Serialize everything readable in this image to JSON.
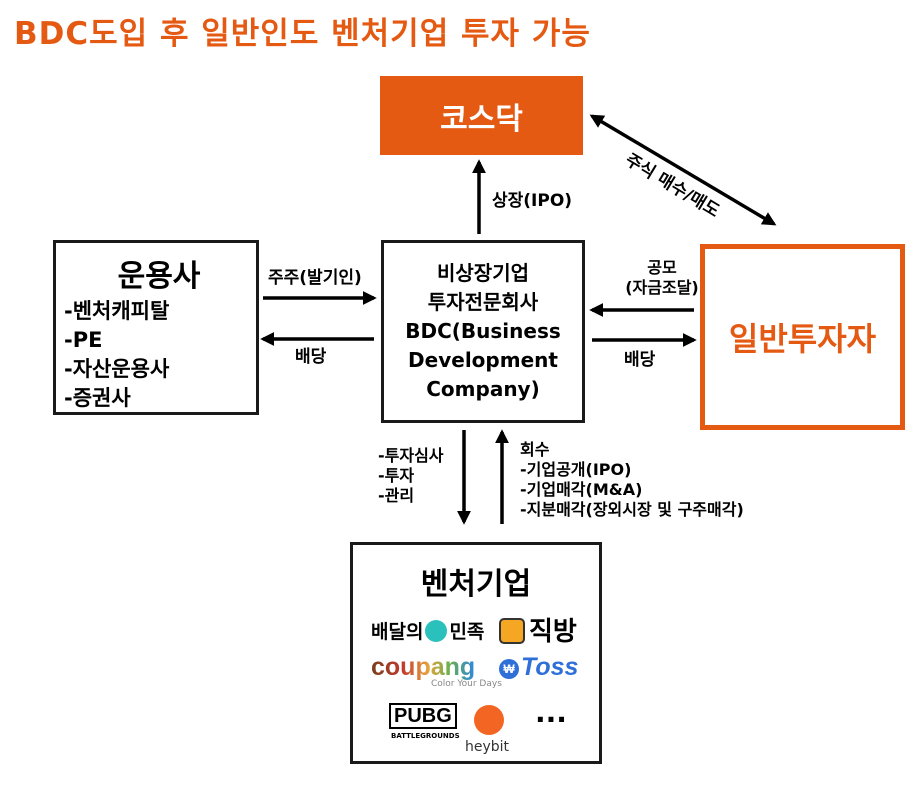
{
  "title": "BDC도입 후 일반인도 벤처기업 투자 가능",
  "nodes": {
    "kosdaq": "코스닥",
    "ops": {
      "heading": "운용사",
      "items": [
        "-벤처캐피탈",
        "-PE",
        "-자산운용사",
        "-증권사"
      ]
    },
    "bdc": {
      "lines": [
        "비상장기업",
        "투자전문회사",
        "BDC(Business",
        "Development",
        "Company)"
      ]
    },
    "investor": "일반투자자",
    "venture": {
      "heading": "벤처기업",
      "logos": {
        "baemin_a": "배달의",
        "baemin_b": "민족",
        "zigbang": "직방",
        "coupang": "coupang",
        "coupang_tag": "Color Your Days",
        "toss": "Toss",
        "pubg": "PUBG",
        "pubg_sub": "BATTLEGROUNDS",
        "heybit": "heybit",
        "more": "···"
      }
    }
  },
  "labels": {
    "ipo": "상장(IPO)",
    "trade": "주식 매수/매도",
    "shares": "주주(발기인)",
    "dividend_left": "배당",
    "offering": [
      "공모",
      "(자금조달)"
    ],
    "dividend_right": "배당",
    "invest_process": [
      "-투자심사",
      "-투자",
      "-관리"
    ],
    "recovery": [
      "회수",
      "-기업공개(IPO)",
      "-기업매각(M&A)",
      "-지분매각(장외시장 및 구주매각)"
    ]
  },
  "colors": {
    "accent": "#E45A13",
    "border": "#1a1a1a"
  }
}
